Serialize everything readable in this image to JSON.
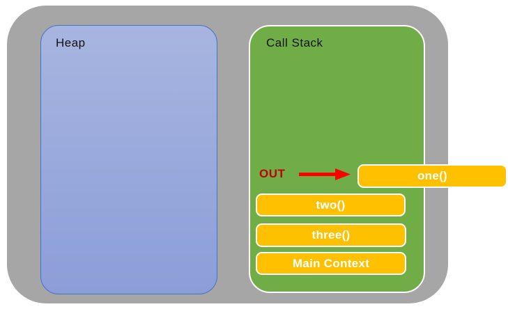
{
  "diagram": {
    "heap": {
      "label": "Heap"
    },
    "call_stack": {
      "label": "Call Stack",
      "out_label": "OUT",
      "frames": [
        {
          "label": "one()",
          "state": "popping-out"
        },
        {
          "label": "two()",
          "state": "in-stack"
        },
        {
          "label": "three()",
          "state": "in-stack"
        },
        {
          "label": "Main Context",
          "state": "in-stack"
        }
      ]
    },
    "colors": {
      "container_gray": "#A6A6A6",
      "heap_fill_top": "#A8B5E0",
      "heap_fill_bottom": "#8B9ED8",
      "heap_border": "#4472C4",
      "stack_green": "#70AD47",
      "frame_orange": "#FFC000",
      "out_text_red": "#C00000",
      "arrow_red": "#FF0000"
    }
  }
}
